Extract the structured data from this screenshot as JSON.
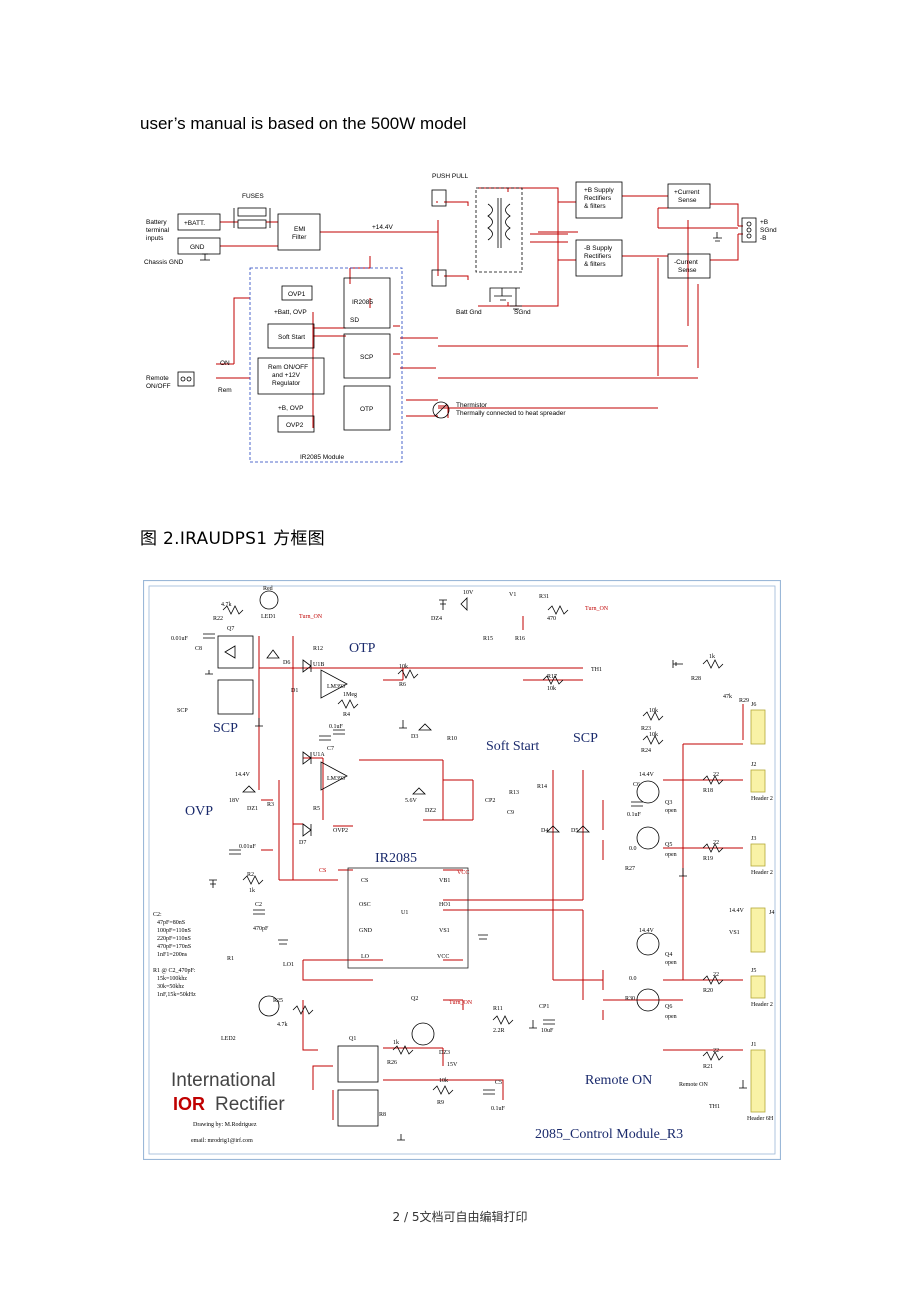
{
  "intro_text": "user’s manual is based on the 500W model",
  "caption": "图 2.IRAUDPS1  方框图",
  "footer": "2 / 5文档可自由编辑打印",
  "block_diagram": {
    "push_pull": "PUSH PULL",
    "fuses": "FUSES",
    "batt_plus": "+BATT.",
    "gnd": "GND",
    "battery_inputs_1": "Battery",
    "battery_inputs_2": "terminal",
    "battery_inputs_3": "inputs",
    "chassis_gnd": "Chassis GND",
    "emi_1": "EMI",
    "emi_2": "Filter",
    "v144": "+14.4V",
    "pos_supply_1": "+B Supply",
    "pos_supply_2": "Rectifiers",
    "pos_supply_3": "& filters",
    "neg_supply_1": "-B Supply",
    "neg_supply_2": "Rectifiers",
    "neg_supply_3": "& filters",
    "pos_sense_1": "+Current",
    "pos_sense_2": "Sense",
    "neg_sense_1": "-Current",
    "neg_sense_2": "Sense",
    "out_pb": "+B",
    "out_sgnd": "SGnd",
    "out_nb": "-B",
    "ovp1": "OVP1",
    "batt_ovp": "+Batt, OVP",
    "ir2085": "IR2085",
    "sd": "SD",
    "soft_start": "Soft Start",
    "scp": "SCP",
    "rem_1": "Rem ON/OFF",
    "rem_2": "and +12V",
    "rem_3": "Regulator",
    "remote_1": "Remote",
    "remote_2": "ON/OFF",
    "on": "ON",
    "rem": "Rem",
    "b_ovp": "+B, OVP",
    "otp": "OTP",
    "ovp2": "OVP2",
    "thermistor_1": "Thermistor",
    "thermistor_2": "Thermally connected to heat spreader",
    "module": "IR2085 Module",
    "batt_gnd": "Batt Gnd",
    "sgnd": "SGnd"
  },
  "schematic": {
    "otp": "OTP",
    "scp": "SCP",
    "soft_start": "Soft Start",
    "scp_right": "SCP",
    "ovp": "OVP",
    "ir2085": "IR2085",
    "remote_on": "Remote ON",
    "title": "2085_Control Module_R3",
    "logo_line1": "International",
    "logo_ir": "IOR",
    "logo_rectifier": "Rectifier",
    "drawing_by": "Drawing by: M.Rodriguez",
    "email": "email: mrodrig1@irf.com",
    "lm393_a": "LM393",
    "lm393_b": "LM393",
    "u1b": "U1B",
    "u1a": "U1A",
    "turn_on_1": "Turn_ON",
    "turn_on_2": "Turn_ON",
    "turn_on_3": "Turn_ON",
    "th1": "TH1",
    "th1b": "TH1",
    "v1": "V1",
    "v10": "10V",
    "r31": "R31",
    "r31v": "470",
    "r15": "R15",
    "r16": "R16",
    "r17": "R17",
    "r17v": "10k",
    "r6": "R6",
    "r6v": "10k",
    "r4": "R4",
    "r4v": "1Meg",
    "r22": "R22",
    "r22v": "4.7k",
    "q7": "Q7",
    "red": "Red",
    "led1": "LED1",
    "c8": "C8",
    "c8v": "0.01uF",
    "c7": "C7",
    "c7v": "0.1uF",
    "d1": "D1",
    "d6": "D6",
    "d7": "D7",
    "ovp2": "OVP2",
    "v144": "14.4V",
    "d21": "DZ1",
    "d18v": "18V",
    "r2": "R2",
    "r2v": "1k",
    "c01": "0.01uF",
    "cs": "CS",
    "osc": "OSC",
    "gnd": "GND",
    "lo": "LO",
    "vb1": "VB1",
    "ho1": "HO1",
    "vs1": "VS1",
    "vcc": "VCC",
    "u1": "U1",
    "c2": "C2",
    "c2v": "470pF",
    "r1": "R1",
    "c2_notes_0": "C2:",
    "c2_notes_1": "47pF=80nS",
    "c2_notes_2": "100pF=110nS",
    "c2_notes_3": "220pF=110nS",
    "c2_notes_4": "470pF=170nS",
    "c2_notes_5": "1nF1=200ns",
    "r1_notes_0": "R1 @ C2_470pF:",
    "r1_notes_1": "15k=100khz",
    "r1_notes_2": "30k=50khz",
    "r1_notes_3": "1nF,15k=50kHz",
    "r25": "R25",
    "r25v": "4.7k",
    "led2": "LED2",
    "q1": "Q1",
    "q2": "Q2",
    "r26": "R26",
    "r26v": "1k",
    "r11": "R11",
    "r11v": "2.2R",
    "cp1": "CP1",
    "cp1v": "10uF",
    "dz3": "DZ3",
    "dz3v": "15V",
    "c5": "C5",
    "c5v": "0.1uF",
    "r9": "R9",
    "r9v": "10k",
    "r8": "R8",
    "r18": "R18",
    "r19": "R19",
    "r20": "R20",
    "r21": "R21",
    "r27": "R27",
    "r30": "R30",
    "r23": "R23",
    "r24": "R24",
    "r28": "R28",
    "r29": "R29",
    "v22": "22",
    "v00": "0.0",
    "v10k": "10k",
    "v1k": "1k",
    "v47k": "47k",
    "j1": "J1",
    "j2": "J2",
    "j3": "J3",
    "j4": "J4",
    "j5": "J5",
    "j6": "J6",
    "header2": "Header 2",
    "header6": "Header 6H",
    "vs1_label": "VS1",
    "remote_on_small": "Remote ON",
    "c6": "C6",
    "c6v": "0.1uF",
    "q3": "Q3",
    "q4": "Q4",
    "q5": "Q5",
    "q6": "Q6",
    "open": "open",
    "d4": "D4",
    "d5": "D5",
    "cp2": "CP2",
    "c9": "C9",
    "d3": "D3",
    "r10": "R10",
    "r13": "R13",
    "r14": "R14",
    "dz2": "DZ2",
    "v56": "5.6V",
    "lo1": "LO1",
    "r3": "R3",
    "r5": "R5",
    "r12": "R12",
    "dz4": "DZ4",
    "scp_l": "SCP",
    "cs_red": "CS"
  }
}
